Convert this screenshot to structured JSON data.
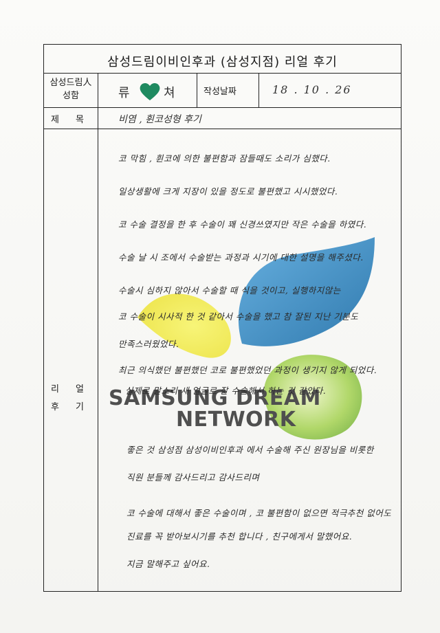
{
  "form": {
    "title": "삼성드림이비인후과 (삼성지점) 리얼 후기",
    "member_label": "삼성드림人 성함",
    "name_first": "류",
    "name_last": "쳐",
    "date_label": "작성날짜",
    "date_value": "18 . 10 . 26",
    "subject_label": "제 목",
    "subject_value": "비염 , 휜코성형 후기",
    "review_label": "리 얼 후 기"
  },
  "review_lines": [
    "코 막힘 , 휜코에 의한 불편함과 잠들때도 소리가 심했다.",
    "일상생활에 크게 지장이 있을 정도로 불편했고 시시했었다.",
    "코 수술 결정을 한 후 수술이 꽤 신경쓰였지만 작은 수술을 하였다.",
    "수술 날 시 조에서 수술받는 과정과 시기에 대한 설명을 해주셨다.",
    "수술시 심하지 않아서 수술할 때 식을 것이고, 실행하지않는",
    "코 수술이 시사적 한 것 같아서 수술을 했고 참 잘된 지난 기분도",
    "만족스러웠었다.",
    "최근 의식했던 불편했던 코로 불편했었던 과정이 생기지 않게 되었다.",
    "실제로 말소리 새 얼굴로 잘 수술해서 하는 것 같았다.",
    "좋은 것 삼성점 삼성이비인후과 에서 수술해 주신 원장님을 비롯한",
    "직원 분들께 감사드리고 감사드리며",
    "코 수술에 대해서 좋은 수술이며 , 코 불편함이 없으면 적극추천 없어도",
    "진료를 꼭 받아보시기를 추천 합니다 , 친구에게서 말했어요.",
    "지금 말해주고 싶어요."
  ],
  "watermark": {
    "line1": "SAMSUNG DREAM",
    "line2": "NETWORK",
    "colors": {
      "blue": "#2f8cc9",
      "yellow": "#f2ee4a",
      "green": "#8cc63f"
    }
  },
  "heart_icon_color": "#1f8a60"
}
